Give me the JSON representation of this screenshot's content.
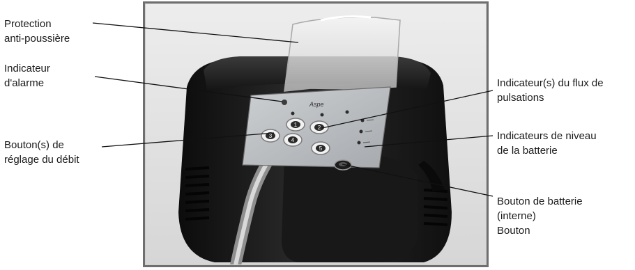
{
  "labels": {
    "dust_cover": "Protection\nanti-poussière",
    "alarm_indicator": "Indicateur\nd'alarme",
    "flow_buttons": "Bouton(s) de\nréglage du débit",
    "pulse_flow_indicator": "Indicateur(s) du flux de\npulsations",
    "battery_level_indicators": "Indicateurs de niveau\nde la batterie",
    "battery_button": "Bouton de batterie\n(interne)\nBouton"
  },
  "device": {
    "button_numbers": [
      "1",
      "2",
      "3",
      "4",
      "5"
    ]
  },
  "colors": {
    "frame_border": "#6f6f6f",
    "device_body": "#141414",
    "panel": "#b9bcc0",
    "leader_line": "#111111"
  }
}
